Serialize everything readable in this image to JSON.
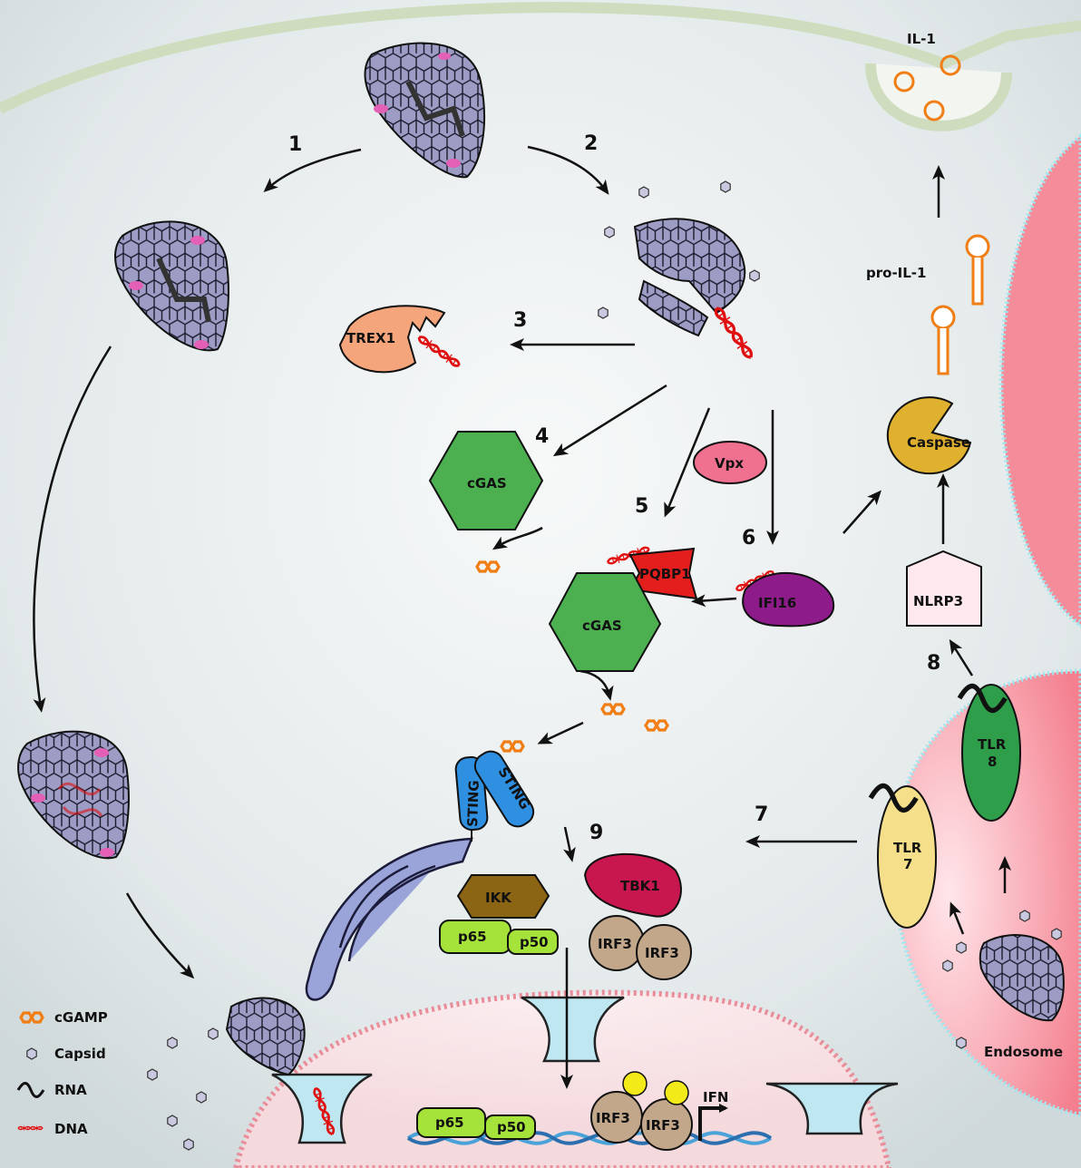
{
  "steps": [
    "1",
    "2",
    "3",
    "4",
    "5",
    "6",
    "7",
    "8",
    "9"
  ],
  "labels": {
    "il1": "IL-1",
    "pro_il1": "pro-IL-1",
    "trex1": "TREX1",
    "cgas_top": "cGAS",
    "cgas_bottom": "cGAS",
    "vpx": "Vpx",
    "pqbp1": "PQBP1",
    "ifi16": "IFI16",
    "caspase": "Caspase",
    "nlrp3": "NLRP3",
    "sting_a": "STING",
    "sting_b": "STING",
    "ikk": "IKK",
    "p65": "p65",
    "p50": "p50",
    "p65_nuc": "p65",
    "p50_nuc": "p50",
    "tbk1": "TBK1",
    "irf3_a": "IRF3",
    "irf3_b": "IRF3",
    "irf3_nuc_a": "IRF3",
    "irf3_nuc_b": "IRF3",
    "ifn": "IFN",
    "tlr7": "TLR\n7",
    "tlr7_a": "TLR",
    "tlr7_b": "7",
    "tlr8_a": "TLR",
    "tlr8_b": "8",
    "endosome": "Endosome"
  },
  "legend": [
    {
      "label": "cGAMP",
      "icon": "cgamp-icon"
    },
    {
      "label": "Capsid",
      "icon": "capsid-icon"
    },
    {
      "label": "RNA",
      "icon": "rna-icon"
    },
    {
      "label": "DNA",
      "icon": "dna-icon"
    }
  ],
  "colors": {
    "cgas": "#4caf50",
    "trex1": "#f4a57c",
    "caspase": "#e0b12e",
    "ifi16": "#8e1b8a",
    "tbk1": "#c8174e",
    "ikk": "#8b6414",
    "p65": "#a6e33a",
    "irf3": "#c2a78a",
    "sting": "#2f8fe0",
    "tlr7": "#f6df8a",
    "tlr8": "#2e9e4a",
    "vpx": "#f07090",
    "cgamp": "#f07e14",
    "dna": "#e01010",
    "endosome": "#f06a7c"
  }
}
